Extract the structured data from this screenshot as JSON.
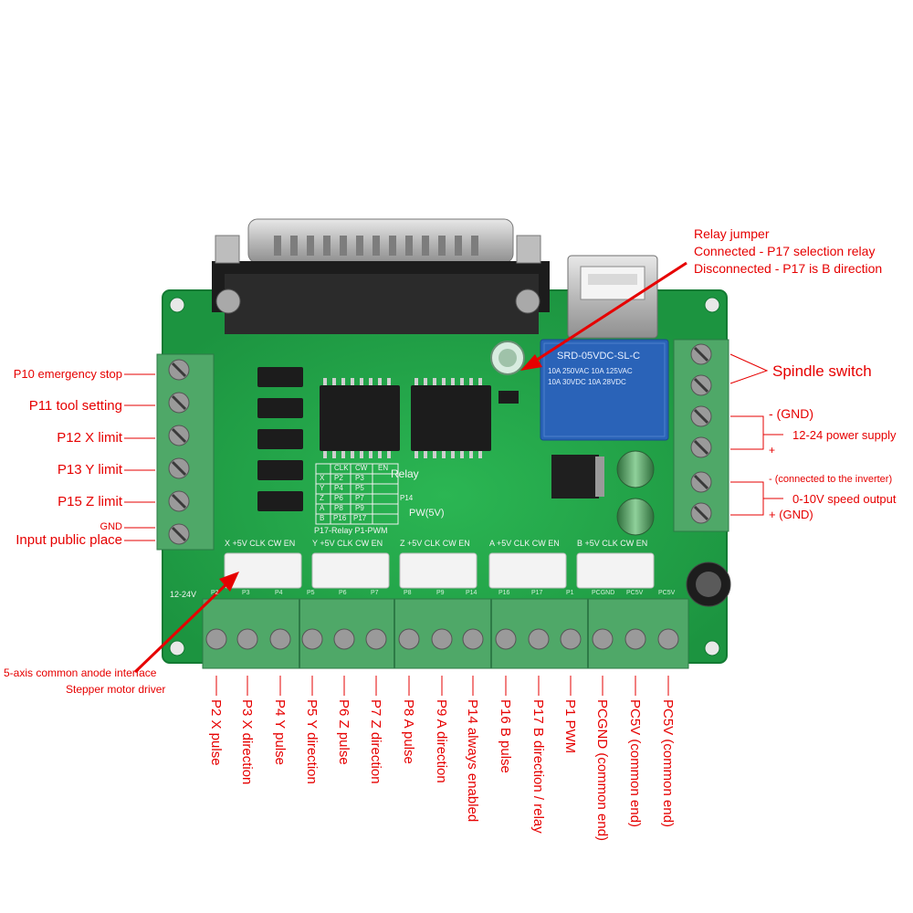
{
  "relay_note": {
    "title": "Relay jumper",
    "connected": "Connected - P17 selection relay",
    "disconnected": "Disconnected - P17 is B direction"
  },
  "right_labels": {
    "spindle": "Spindle switch",
    "gnd_top": "- (GND)",
    "power": "12-24 power supply",
    "plus_top": "+",
    "inverter": "- (connected to the inverter)",
    "speed": "0-10V speed output",
    "gnd_bottom": "+ (GND)"
  },
  "left_labels": {
    "p10": "P10 emergency stop",
    "p11": "P11 tool setting",
    "p12": "P12 X limit",
    "p13": "P13 Y limit",
    "p15": "P15 Z limit",
    "gnd": "GND",
    "common": "Input public place"
  },
  "driver_note": {
    "line1": "5-axis common anode interface",
    "line2": "Stepper motor driver"
  },
  "bottom_labels": [
    "P2 X pulse",
    "P3 X direction",
    "P4 Y pulse",
    "P5 Y direction",
    "P6 Z pulse",
    "P7 Z direction",
    "P8 A pulse",
    "P9 A direction",
    "P14 always enabled",
    "P16 B pulse",
    "P17 B direction / relay",
    "P1 PWM",
    "PCGND (common end)",
    "PC5V (common end)",
    "PC5V (common end)"
  ],
  "board": {
    "relay_model": "SRD-05VDC-SL-C",
    "relay_rating1": "10A 250VAC  10A 125VAC",
    "relay_rating2": "10A 30VDC  10A 28VDC",
    "relay_silk": "Relay",
    "pw_silk": "PW(5V)",
    "mapping_title": "P17-Relay P1-PWM",
    "p14_silk": "P14",
    "voltage_silk": "12-24V",
    "axis_headers": [
      "X +5V CLK CW EN",
      "Y +5V CLK CW EN",
      "Z +5V CLK CW EN",
      "A +5V CLK CW EN",
      "B +5V CLK CW EN"
    ],
    "bottom_silk": [
      "P2",
      "P3",
      "P4",
      "P5",
      "P6",
      "P7",
      "P8",
      "P9",
      "P14",
      "P16",
      "P17",
      "P1",
      "PCGND",
      "PC5V",
      "PC5V"
    ],
    "mapping_table": [
      [
        "",
        "CLK",
        "CW",
        "EN"
      ],
      [
        "X",
        "P2",
        "P3",
        ""
      ],
      [
        "Y",
        "P4",
        "P5",
        ""
      ],
      [
        "Z",
        "P6",
        "P7",
        ""
      ],
      [
        "A",
        "P8",
        "P9",
        ""
      ],
      [
        "B",
        "P16",
        "P17",
        ""
      ]
    ]
  },
  "colors": {
    "pcb": "#22a44a",
    "terminal": "#4fa868",
    "relay": "#2a63b8",
    "annotation": "#e60000"
  }
}
